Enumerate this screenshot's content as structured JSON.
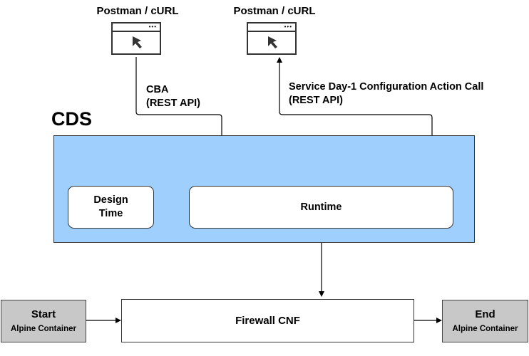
{
  "clients": {
    "left_label": "Postman / cURL",
    "right_label": "Postman / cURL",
    "window_icon": "browser-window-cursor-icon"
  },
  "annotations": {
    "cba_line1": "CBA",
    "cba_line2": "(REST API)",
    "service_line1": "Service Day-1 Configuration Action Call",
    "service_line2": "(REST API)"
  },
  "cds": {
    "title": "CDS",
    "design_time_line1": "Design",
    "design_time_line2": "Time",
    "runtime": "Runtime"
  },
  "flow": {
    "start_title": "Start",
    "start_subtitle": "Alpine Container",
    "firewall": "Firewall CNF",
    "end_title": "End",
    "end_subtitle": "Alpine Container"
  },
  "colors": {
    "cds_fill": "#9fd0fd",
    "container_fill": "#c8c8c8",
    "line": "#000000"
  }
}
